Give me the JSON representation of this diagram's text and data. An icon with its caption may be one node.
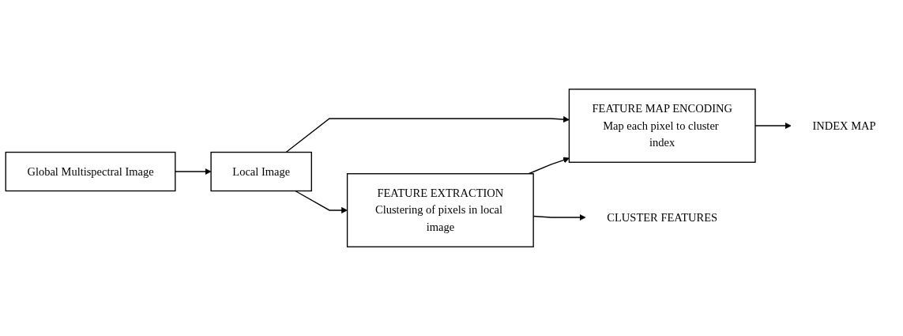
{
  "diagram": {
    "nodes": [
      {
        "text": [
          "Local Image"
        ]
      },
      {
        "text": [
          "Global Multispectral Image"
        ]
      },
      {
        "text": [
          "FEATURE EXTRACTION",
          "Clustering of pixels in local image"
        ]
      },
      {
        "text": [
          "FEATURE MAP ENCODING",
          "Map each pixel to cluster index"
        ]
      },
      {
        "text": [
          "CLUSTER FEATURES"
        ]
      },
      {
        "text": [
          "INDEX MAP"
        ]
      }
    ],
    "edges": [
      {
        "from": 1,
        "to": 0,
        "arrow": "to"
      },
      {
        "from": 0,
        "to": 2,
        "arrow": "to"
      },
      {
        "from": 0,
        "to": 3,
        "arrow": "to"
      },
      {
        "from": 2,
        "to": 4,
        "arrow": "to"
      },
      {
        "from": 2,
        "to": 3,
        "arrow": "to"
      },
      {
        "from": 3,
        "to": 5,
        "arrow": "to"
      }
    ]
  }
}
